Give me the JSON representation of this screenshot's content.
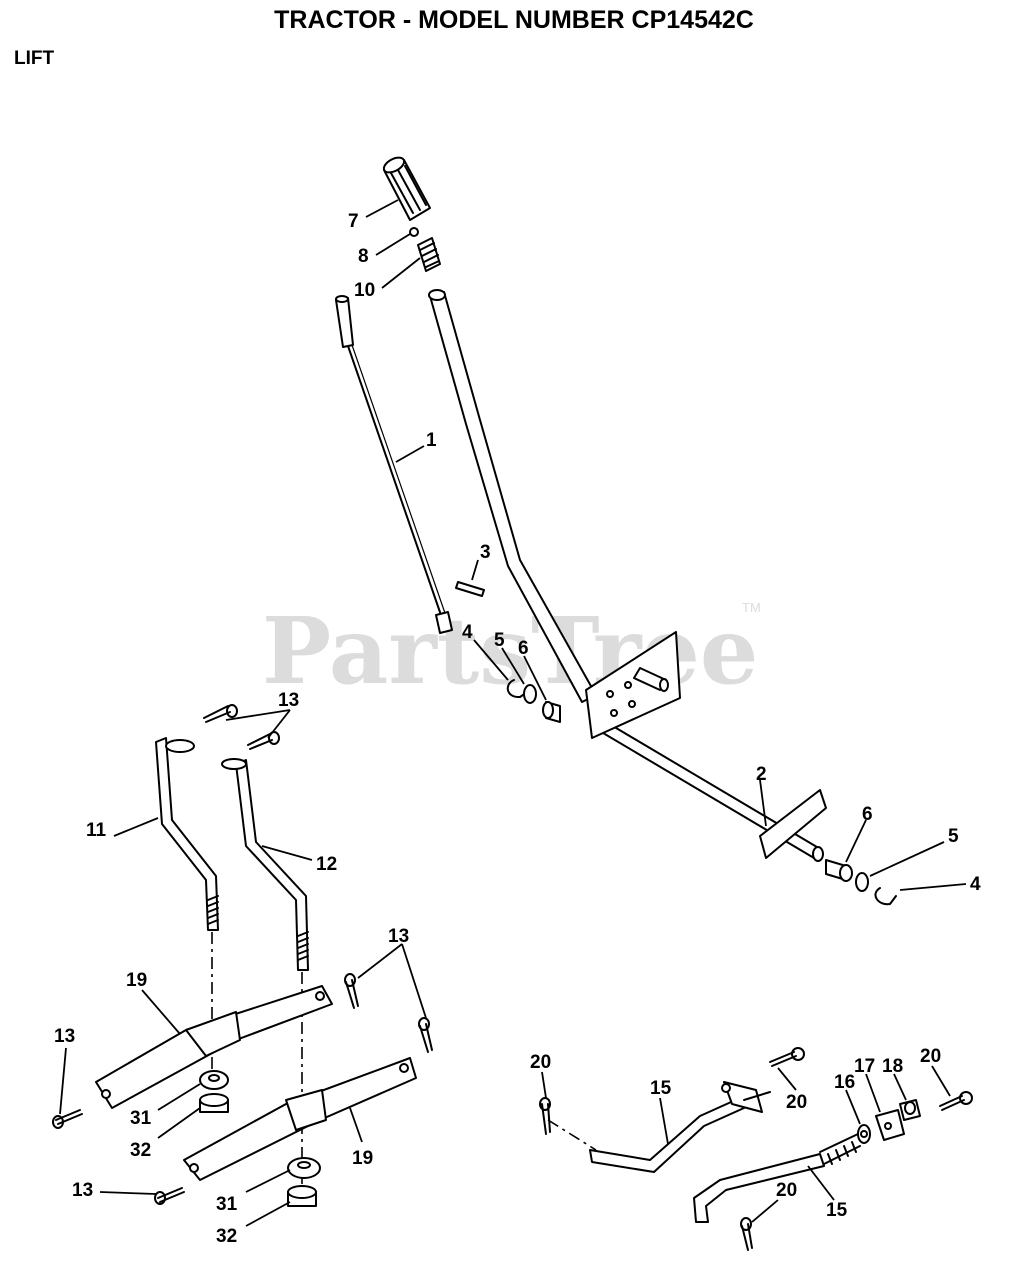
{
  "header": {
    "title": "TRACTOR - MODEL NUMBER CP14542C",
    "section": "LIFT"
  },
  "watermark": {
    "text": "PartsTree",
    "trademark": "TM"
  },
  "callouts": [
    {
      "id": "c7a",
      "text": "7"
    },
    {
      "id": "c8a",
      "text": "8"
    },
    {
      "id": "c10a",
      "text": "10"
    },
    {
      "id": "c1a",
      "text": "1"
    },
    {
      "id": "c3a",
      "text": "3"
    },
    {
      "id": "c4a",
      "text": "4"
    },
    {
      "id": "c5a",
      "text": "5"
    },
    {
      "id": "c6a",
      "text": "6"
    },
    {
      "id": "c2a",
      "text": "2"
    },
    {
      "id": "c6b",
      "text": "6"
    },
    {
      "id": "c5b",
      "text": "5"
    },
    {
      "id": "c4b",
      "text": "4"
    },
    {
      "id": "c13a",
      "text": "13"
    },
    {
      "id": "c11a",
      "text": "11"
    },
    {
      "id": "c12a",
      "text": "12"
    },
    {
      "id": "c13b",
      "text": "13"
    },
    {
      "id": "c19a",
      "text": "19"
    },
    {
      "id": "c13c",
      "text": "13"
    },
    {
      "id": "c31a",
      "text": "31"
    },
    {
      "id": "c32a",
      "text": "32"
    },
    {
      "id": "c19b",
      "text": "19"
    },
    {
      "id": "c13d",
      "text": "13"
    },
    {
      "id": "c31b",
      "text": "31"
    },
    {
      "id": "c32b",
      "text": "32"
    },
    {
      "id": "c20a",
      "text": "20"
    },
    {
      "id": "c15a",
      "text": "15"
    },
    {
      "id": "c20b",
      "text": "20"
    },
    {
      "id": "c16a",
      "text": "16"
    },
    {
      "id": "c17a",
      "text": "17"
    },
    {
      "id": "c18a",
      "text": "18"
    },
    {
      "id": "c20c",
      "text": "20"
    },
    {
      "id": "c20d",
      "text": "20"
    },
    {
      "id": "c15b",
      "text": "15"
    }
  ]
}
